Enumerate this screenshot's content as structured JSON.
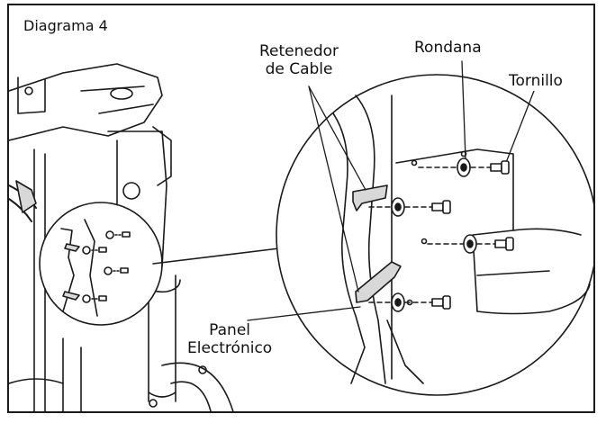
{
  "diagram": {
    "title": "Diagrama 4",
    "labels": {
      "retenedor_line1": "Retenedor",
      "retenedor_line2": "de Cable",
      "rondana": "Rondana",
      "tornillo": "Tornillo",
      "panel_line1": "Panel",
      "panel_line2": "Electrónico"
    }
  },
  "colors": {
    "line": "#1a1a1a",
    "fill": "#ffffff",
    "shade": "#d8d8d8"
  }
}
